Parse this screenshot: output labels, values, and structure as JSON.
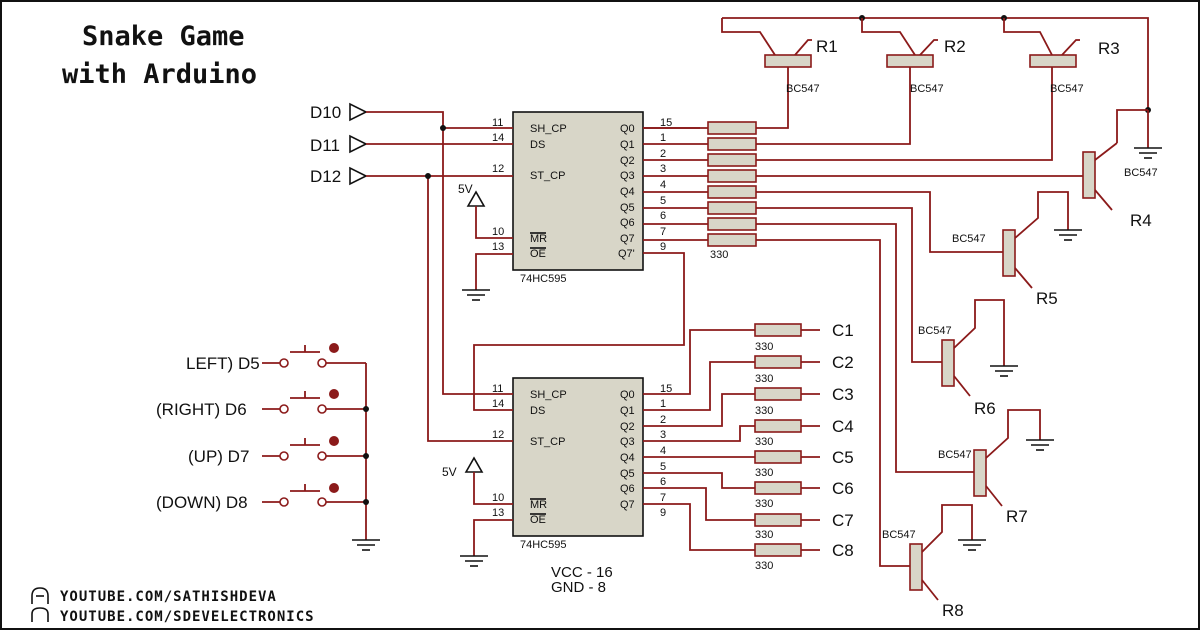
{
  "title": {
    "line1": "Snake Game",
    "line2": "with Arduino"
  },
  "credits": [
    "YOUTUBE.COM/SATHISHDEVA",
    "YOUTUBE.COM/SDEVELECTRONICS"
  ],
  "inputs": [
    "D10",
    "D11",
    "D12"
  ],
  "ic_name": "74HC595",
  "ic_pins_left": [
    "SH_CP",
    "DS",
    "ST_CP",
    "MR",
    "OE"
  ],
  "ic_pins_left_nums": [
    "11",
    "14",
    "12",
    "10",
    "13"
  ],
  "ic_pins_right": [
    "Q0",
    "Q1",
    "Q2",
    "Q3",
    "Q4",
    "Q5",
    "Q6",
    "Q7",
    "Q7'"
  ],
  "ic_pins_right_nums": [
    "15",
    "1",
    "2",
    "3",
    "4",
    "5",
    "6",
    "7",
    "9"
  ],
  "ic2_pins_right": [
    "Q0",
    "Q1",
    "Q2",
    "Q3",
    "Q4",
    "Q5",
    "Q6",
    "Q7"
  ],
  "power_label": "5V",
  "resistor_value": "330",
  "columns": [
    "C1",
    "C2",
    "C3",
    "C4",
    "C5",
    "C6",
    "C7",
    "C8"
  ],
  "rows": [
    "R1",
    "R2",
    "R3",
    "R4",
    "R5",
    "R6",
    "R7",
    "R8"
  ],
  "transistor": "BC547",
  "buttons": [
    "LEFT) D5",
    "(RIGHT) D6",
    "(UP) D7",
    "(DOWN) D8"
  ],
  "supply": {
    "vcc": "VCC - 16",
    "gnd": "GND - 8"
  }
}
